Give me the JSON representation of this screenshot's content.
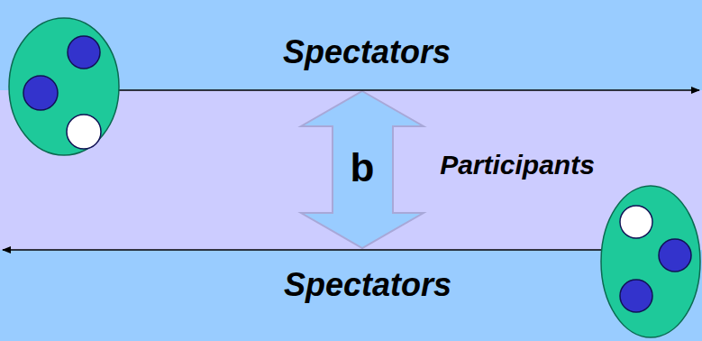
{
  "diagram": {
    "labels": [
      "Spectators",
      "b",
      "Participants",
      "Spectators"
    ]
  }
}
